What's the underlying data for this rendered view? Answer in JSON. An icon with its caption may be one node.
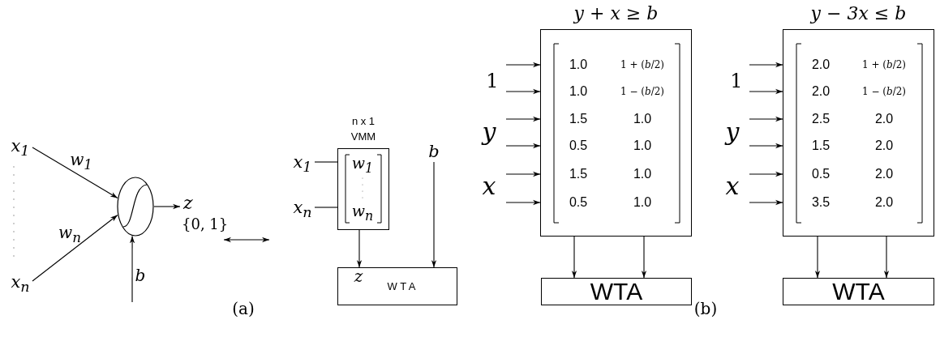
{
  "diagram": {
    "nodes": [
      {
        "text": [
          "x$_{1}$"
        ]
      },
      {
        "text": [
          "x$_{n}$"
        ]
      },
      {
        "text": [],
        "shape": "circle"
      },
      {
        "text": [
          "z",
          "{0, 1}"
        ]
      },
      {
        "text": [
          "x$_{1}$"
        ]
      },
      {
        "text": [
          "x$_{n}$"
        ]
      },
      {
        "text": [
          "n x 1 VMM",
          "w$_{1}$",
          "w$_{n}$"
        ]
      },
      {
        "text": [
          "b"
        ]
      },
      {
        "text": [
          "W T A"
        ]
      },
      {
        "text": [
          "y + x ≥ b"
        ]
      },
      {
        "text": [
          "WTA"
        ]
      },
      {
        "text": [
          "y − 3x ≤ b"
        ]
      },
      {
        "text": [
          "WTA"
        ]
      }
    ],
    "edges": [
      {
        "from": 0,
        "to": 2,
        "arrow": "to",
        "label": "w$_{1}$"
      },
      {
        "from": 1,
        "to": 2,
        "arrow": "to",
        "label": "w$_{n}$"
      },
      {
        "from": null,
        "to": 2,
        "arrow": "to",
        "label": "b"
      },
      {
        "from": 2,
        "to": 3,
        "arrow": "to"
      },
      {
        "from": 4,
        "to": 6,
        "arrow": "none"
      },
      {
        "from": 5,
        "to": 6,
        "arrow": "none"
      },
      {
        "from": 6,
        "to": 8,
        "arrow": "to",
        "label": "z"
      },
      {
        "from": 7,
        "to": 8,
        "arrow": "to"
      },
      {
        "from": null,
        "to": 9,
        "arrow": "to"
      },
      {
        "from": null,
        "to": 9,
        "arrow": "to"
      },
      {
        "from": null,
        "to": 9,
        "arrow": "to"
      },
      {
        "from": null,
        "to": 9,
        "arrow": "to"
      },
      {
        "from": null,
        "to": 9,
        "arrow": "to"
      },
      {
        "from": null,
        "to": 9,
        "arrow": "to"
      },
      {
        "from": 9,
        "to": 10,
        "arrow": "to"
      },
      {
        "from": 9,
        "to": 10,
        "arrow": "to"
      },
      {
        "from": null,
        "to": 11,
        "arrow": "to"
      },
      {
        "from": null,
        "to": 11,
        "arrow": "to"
      },
      {
        "from": null,
        "to": 11,
        "arrow": "to"
      },
      {
        "from": null,
        "to": 11,
        "arrow": "to"
      },
      {
        "from": null,
        "to": 11,
        "arrow": "to"
      },
      {
        "from": null,
        "to": 11,
        "arrow": "to"
      },
      {
        "from": 11,
        "to": 12,
        "arrow": "to"
      },
      {
        "from": 11,
        "to": 12,
        "arrow": "to"
      }
    ],
    "labels": [
      "1.0",
      "1 + (*b*/2)",
      "1.0",
      "1 − (*b*/2)",
      "1.5",
      "1.0",
      "0.5",
      "1.0",
      "1.5",
      "1.0",
      "0.5",
      "1.0",
      "1",
      "y",
      "x",
      "2.0",
      "1 + (*b*/2)",
      "2.0",
      "1 − (*b*/2)",
      "2.5",
      "2.0",
      "1.5",
      "2.0",
      "0.5",
      "2.0",
      "3.5",
      "2.0",
      "1",
      "y",
      "x",
      "(a)",
      "(b)"
    ]
  }
}
